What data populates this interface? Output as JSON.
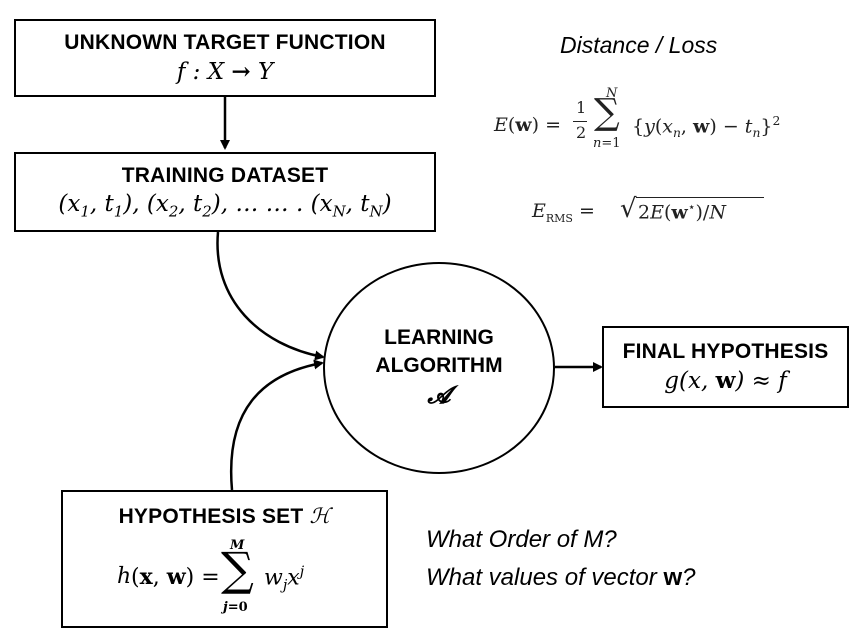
{
  "target_box": {
    "title": "UNKNOWN TARGET FUNCTION",
    "formula": "f : X → Y"
  },
  "dataset_box": {
    "title": "TRAINING DATASET",
    "formula": "(x₁, t₁), (x₂, t₂), … … . (x_N, t_N)"
  },
  "algorithm_circle": {
    "line1": "LEARNING",
    "line2": "ALGORITHM",
    "symbol": "𝓐"
  },
  "final_box": {
    "title": "FINAL HYPOTHESIS",
    "formula": "g(x, w) ≈ f"
  },
  "hypothesis_box": {
    "title": "HYPOTHESIS SET",
    "title_symbol": "ℋ",
    "formula": "h(x, w) = Σ_{j=0}^{M} w_j x^j"
  },
  "loss": {
    "title": "Distance / Loss",
    "equation_1": "E(w) = 1/2 Σ_{n=1}^{N} {y(x_n, w) − t_n}²",
    "equation_2": "E_RMS = √(2E(w*)/N)"
  },
  "questions": {
    "q1": "What Order of M?",
    "q2_text": "What values of vector",
    "q2_bold": "w",
    "q2_end": "?"
  }
}
